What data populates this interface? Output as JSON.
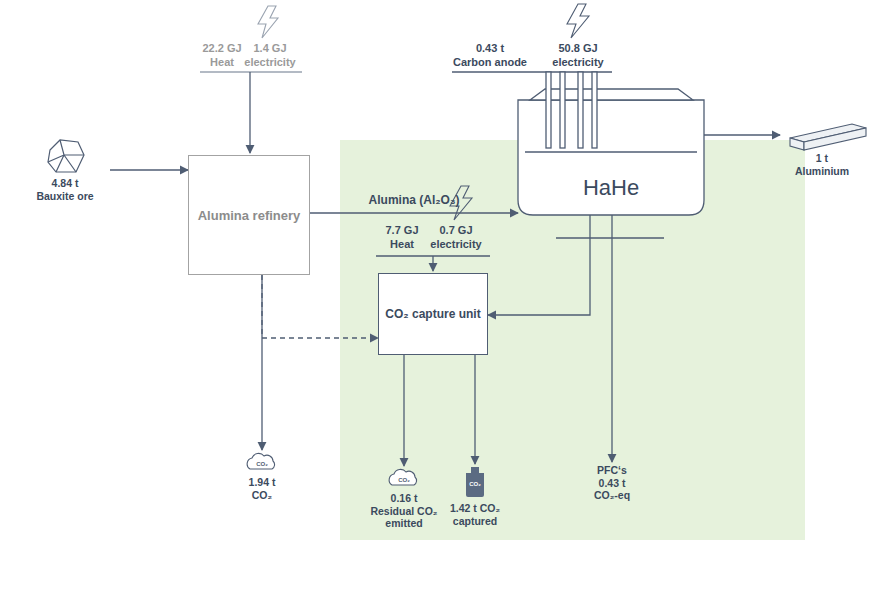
{
  "diagram": {
    "nodes": [
      {
        "text": [
          "4.84 t",
          "Bauxite ore"
        ]
      },
      {
        "text": [
          "Alumina refinery"
        ]
      },
      {
        "text": [
          "HaHe"
        ]
      },
      {
        "text": [
          "1 t",
          "Aluminium"
        ]
      },
      {
        "text": [
          "CO₂ capture unit"
        ]
      },
      {
        "text": [
          "1.94 t",
          "CO₂"
        ]
      },
      {
        "text": [
          "0.16 t",
          "Residual CO₂ emitted"
        ]
      },
      {
        "text": [
          "1.42 t CO₂ captured"
        ]
      },
      {
        "text": [
          "PFC‘s",
          "0.43 t",
          "CO₂-eq"
        ]
      }
    ],
    "edges": [
      {
        "from": 0,
        "to": 1,
        "arrow": "to"
      },
      {
        "from": 1,
        "to": 2,
        "label": "Alumina (Al₂O₃)",
        "arrow": "to"
      },
      {
        "from": 2,
        "to": 3,
        "arrow": "to"
      },
      {
        "from": 2,
        "to": 4,
        "arrow": "to"
      },
      {
        "from": 1,
        "to": 4,
        "arrow": "to"
      },
      {
        "from": 1,
        "to": 5,
        "arrow": "to"
      },
      {
        "from": 4,
        "to": 6,
        "arrow": "to"
      },
      {
        "from": 4,
        "to": 7,
        "arrow": "to"
      },
      {
        "from": 2,
        "to": 8,
        "arrow": "to"
      }
    ],
    "labels": [
      "22.2 GJ",
      "Heat",
      "1.4 GJ",
      "electricity",
      "0.43 t",
      "Carbon anode",
      "50.8 GJ",
      "electricity",
      "7.7 GJ",
      "Heat",
      "0.7 GJ",
      "electricity",
      "CO₂",
      "CO₂",
      "CO₂"
    ]
  }
}
